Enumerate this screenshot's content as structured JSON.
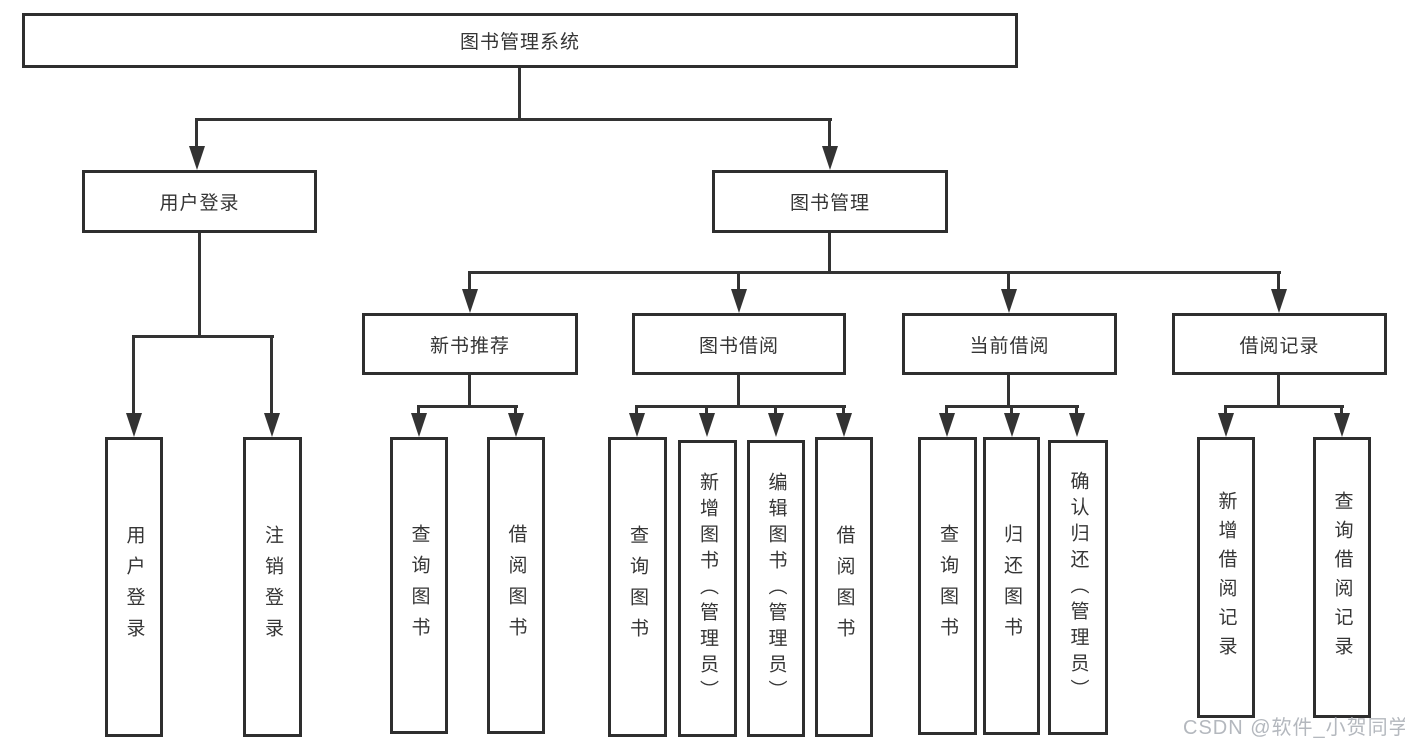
{
  "tree": {
    "label": "图书管理系统",
    "children": [
      {
        "label": "用户登录",
        "children": [
          {
            "label": "用户登录"
          },
          {
            "label": "注销登录"
          }
        ]
      },
      {
        "label": "图书管理",
        "children": [
          {
            "label": "新书推荐",
            "children": [
              {
                "label": "查询图书"
              },
              {
                "label": "借阅图书"
              }
            ]
          },
          {
            "label": "图书借阅",
            "children": [
              {
                "label": "查询图书"
              },
              {
                "label": "新增图书（管理员）"
              },
              {
                "label": "编辑图书（管理员）"
              },
              {
                "label": "借阅图书"
              }
            ]
          },
          {
            "label": "当前借阅",
            "children": [
              {
                "label": "查询图书"
              },
              {
                "label": "归还图书"
              },
              {
                "label": "确认归还（管理员）"
              }
            ]
          },
          {
            "label": "借阅记录",
            "children": [
              {
                "label": "新增借阅记录"
              },
              {
                "label": "查询借阅记录"
              }
            ]
          }
        ]
      }
    ]
  },
  "watermark": {
    "text": "CSDN @软件_小贺同学"
  },
  "colors": {
    "line": "#333333",
    "text": "#353535",
    "watermark": "#b4b8be",
    "background": "#ffffff"
  }
}
